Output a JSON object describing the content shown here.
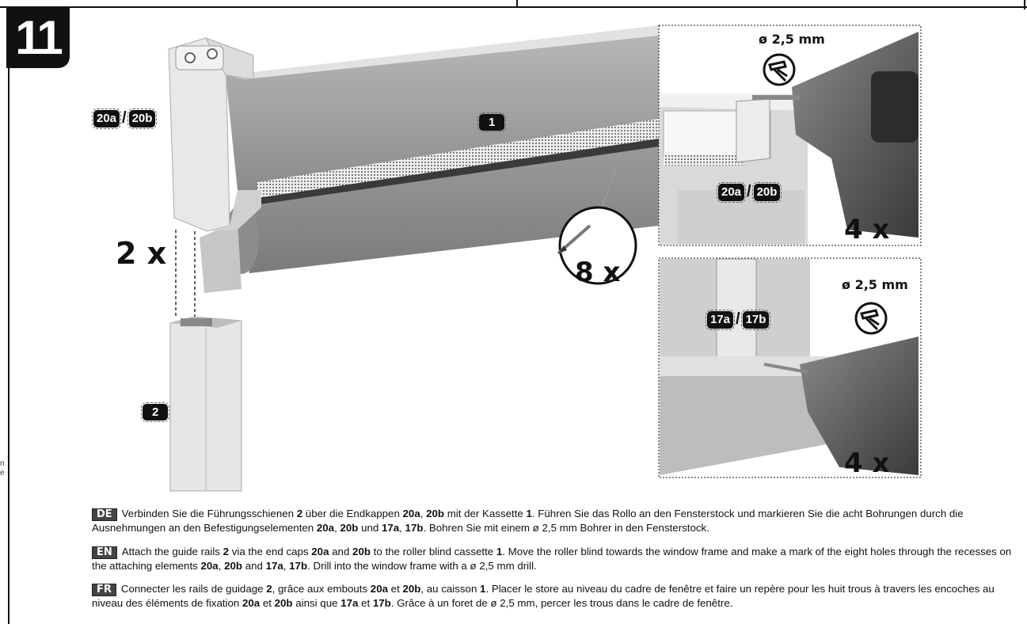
{
  "step_number": "11",
  "labels": {
    "part_20a": "20a",
    "part_20b": "20b",
    "part_17a": "17a",
    "part_17b": "17b",
    "part_1": "1",
    "part_2": "2",
    "slash": "/"
  },
  "quantities": {
    "guide_rails": "2 x",
    "screws": "8 x",
    "holes_top": "4 x",
    "holes_bottom": "4 x"
  },
  "drill": {
    "diameter_top": "ø 2,5 mm",
    "diameter_bottom": "ø 2,5 mm"
  },
  "side_fragment": [
    "n",
    "e"
  ],
  "instructions": [
    {
      "lang": "DE",
      "parts": [
        {
          "t": "Verbinden Sie die Führungsschienen "
        },
        {
          "b": "2"
        },
        {
          "t": " über die Endkappen "
        },
        {
          "b": "20a"
        },
        {
          "t": ", "
        },
        {
          "b": "20b"
        },
        {
          "t": " mit der Kassette "
        },
        {
          "b": "1"
        },
        {
          "t": ". Führen Sie das Rollo an den Fensterstock und markieren Sie die acht Bohrungen durch die Ausnehmungen an den Befestigungselementen "
        },
        {
          "b": "20a"
        },
        {
          "t": ", "
        },
        {
          "b": "20b"
        },
        {
          "t": " und "
        },
        {
          "b": "17a"
        },
        {
          "t": ", "
        },
        {
          "b": "17b"
        },
        {
          "t": ". Bohren Sie mit einem ø 2,5 mm Bohrer in den Fensterstock."
        }
      ]
    },
    {
      "lang": "EN",
      "parts": [
        {
          "t": "Attach the guide rails "
        },
        {
          "b": "2"
        },
        {
          "t": " via the end caps "
        },
        {
          "b": "20a"
        },
        {
          "t": " and "
        },
        {
          "b": "20b"
        },
        {
          "t": " to the roller blind cassette "
        },
        {
          "b": "1"
        },
        {
          "t": ". Move the roller blind towards the window frame and make a mark of the eight holes through the recesses on the attaching elements "
        },
        {
          "b": "20a"
        },
        {
          "t": ", "
        },
        {
          "b": "20b"
        },
        {
          "t": " and "
        },
        {
          "b": "17a"
        },
        {
          "t": ", "
        },
        {
          "b": "17b"
        },
        {
          "t": ". Drill into the window frame with a ø 2,5 mm drill."
        }
      ]
    },
    {
      "lang": "FR",
      "parts": [
        {
          "t": "Connecter les rails de guidage "
        },
        {
          "b": "2"
        },
        {
          "t": ", grâce aux embouts "
        },
        {
          "b": "20a"
        },
        {
          "t": " et "
        },
        {
          "b": "20b"
        },
        {
          "t": ", au caisson "
        },
        {
          "b": "1"
        },
        {
          "t": ". Placer le store au niveau du cadre de fenêtre et faire un repère pour les huit trous à travers les encoches au niveau des éléments de fixation "
        },
        {
          "b": "20a"
        },
        {
          "t": " et "
        },
        {
          "b": "20b"
        },
        {
          "t": " ainsi que "
        },
        {
          "b": "17a"
        },
        {
          "t": " et "
        },
        {
          "b": "17b"
        },
        {
          "t": ". Grâce à un foret de ø 2,5 mm, percer les trous dans le cadre de fenêtre."
        }
      ]
    }
  ]
}
